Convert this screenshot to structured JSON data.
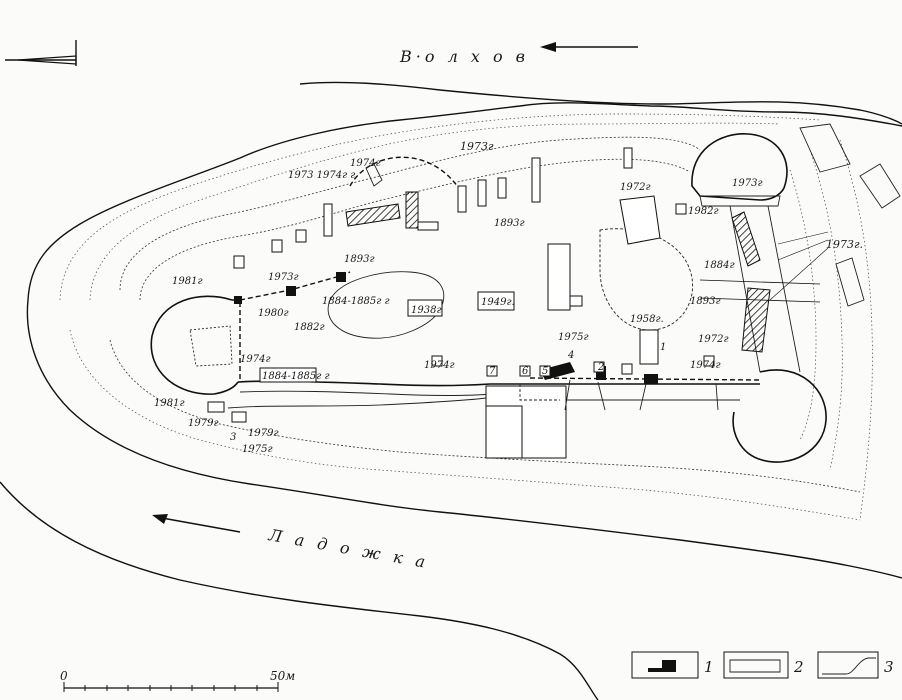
{
  "map": {
    "rivers": {
      "volkhov": "В·о л х о в",
      "ladozhka": "Л а д о ж к а"
    },
    "excavation_labels": [
      "1973г",
      "1973 1974г г",
      "1974г",
      "1972г",
      "1973г",
      "1982г",
      "1893г",
      "1973г.",
      "1884г",
      "1893г",
      "1972г",
      "1974г",
      "1958г.",
      "1975г",
      "1974г",
      "1949г.",
      "1938г",
      "1884-1885г г",
      "1893г",
      "1973г",
      "1981г",
      "1980г",
      "1882г",
      "1974г",
      "1884-1885г г",
      "1981г",
      "1979г",
      "1979г",
      "1975г"
    ],
    "trench_numbers": [
      "1",
      "2",
      "3",
      "4",
      "5",
      "6",
      "7"
    ],
    "scale": {
      "start": "0",
      "end": "50м"
    },
    "legend": [
      {
        "number": "1"
      },
      {
        "number": "2"
      },
      {
        "number": "3"
      }
    ]
  }
}
